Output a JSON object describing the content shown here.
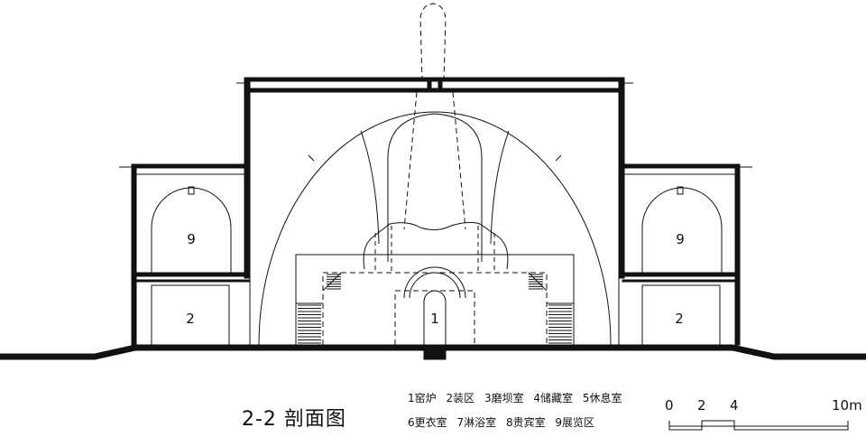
{
  "drawing": {
    "title": "2-2 剖面图",
    "room_labels": {
      "left_upper": "9",
      "right_upper": "9",
      "left_lower": "2",
      "right_lower": "2",
      "center": "1"
    }
  },
  "legend": {
    "row1": [
      "1窑炉",
      "2装区",
      "3磨坝室",
      "4储藏室",
      "5休息室"
    ],
    "row2": [
      "6更衣室",
      "7淋浴室",
      "8贵宾室",
      "9展览区"
    ]
  },
  "scale_bar": {
    "labels": [
      "0",
      "2",
      "4",
      "10m"
    ]
  },
  "colors": {
    "ink": "#111111",
    "background": "#ffffff"
  }
}
